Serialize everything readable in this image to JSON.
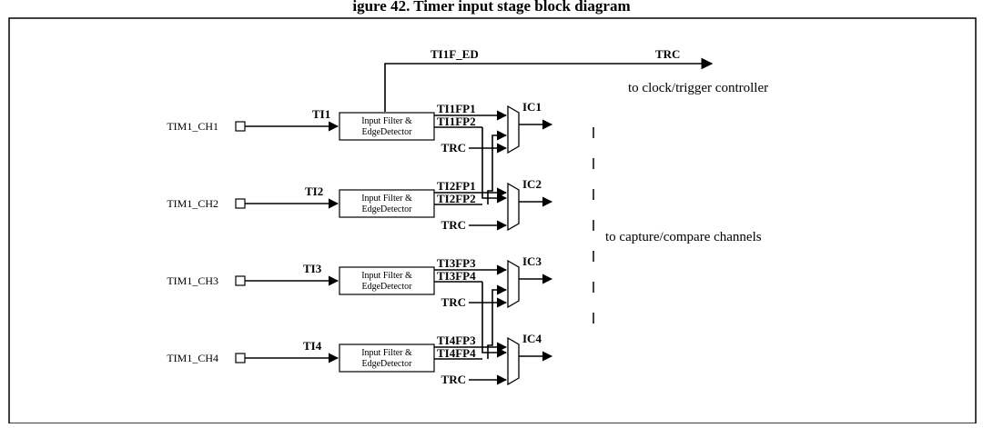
{
  "header": {
    "title": "igure 42. Timer input stage block diagram"
  },
  "top": {
    "trigger_signal": "TI1F_ED",
    "trc_label": "TRC",
    "destination": "to clock/trigger controller"
  },
  "side_note": "to capture/compare channels",
  "filter_box": {
    "line1": "Input Filter &",
    "line2": "EdgeDetector"
  },
  "channels": [
    {
      "pin": "TIM1_CH1",
      "ti": "TI1",
      "fp_a": "TI1FP1",
      "fp_b": "TI1FP2",
      "trc": "TRC",
      "ic": "IC1"
    },
    {
      "pin": "TIM1_CH2",
      "ti": "TI2",
      "fp_a": "TI2FP1",
      "fp_b": "TI2FP2",
      "trc": "TRC",
      "ic": "IC2"
    },
    {
      "pin": "TIM1_CH3",
      "ti": "TI3",
      "fp_a": "TI3FP3",
      "fp_b": "TI3FP4",
      "trc": "TRC",
      "ic": "IC3"
    },
    {
      "pin": "TIM1_CH4",
      "ti": "TI4",
      "fp_a": "TI4FP3",
      "fp_b": "TI4FP4",
      "trc": "TRC",
      "ic": "IC4"
    }
  ]
}
